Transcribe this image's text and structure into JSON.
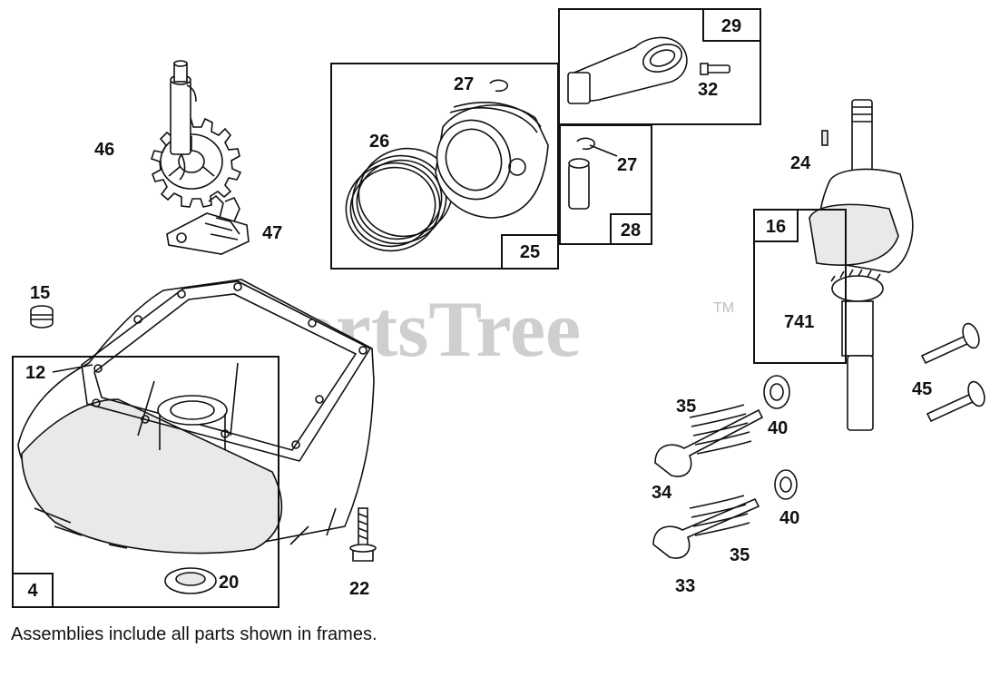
{
  "watermark": {
    "text": "PartsTree",
    "trademark": "TM"
  },
  "note": "Assemblies include all parts shown in frames.",
  "frames": [
    {
      "id": "frame-4",
      "number": "4"
    },
    {
      "id": "frame-25",
      "number": "25"
    },
    {
      "id": "frame-28",
      "number": "28"
    },
    {
      "id": "frame-29",
      "number": "29"
    },
    {
      "id": "frame-16",
      "number": "16"
    }
  ],
  "callouts": {
    "c46": "46",
    "c47": "47",
    "c15": "15",
    "c12": "12",
    "c20": "20",
    "c22": "22",
    "c26": "26",
    "c27a": "27",
    "c27b": "27",
    "c32": "32",
    "c24": "24",
    "c741": "741",
    "c45": "45",
    "c35a": "35",
    "c40a": "40",
    "c34": "34",
    "c40b": "40",
    "c35b": "35",
    "c33": "33"
  }
}
